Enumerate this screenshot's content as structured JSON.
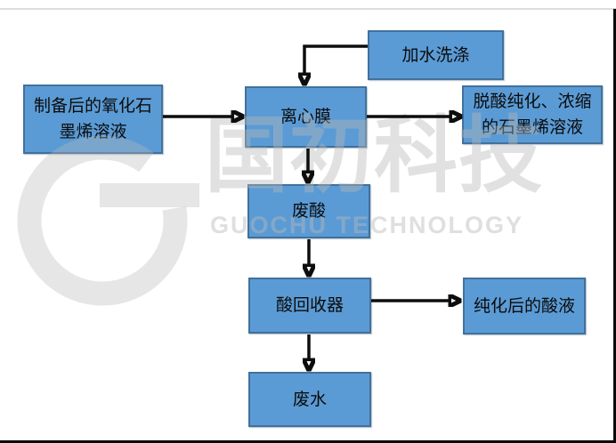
{
  "watermark": {
    "logo_icon": "guochu-g-logo",
    "cn": "国初科技",
    "en": "GUOCHU TECHNOLOGY",
    "color": "#e4e4e4"
  },
  "flowchart": {
    "node_fill": "#5b9bd5",
    "node_border": "#41719c",
    "arrow_color": "#0d0d0d",
    "nodes": [
      {
        "id": "prepared-graphene-oxide",
        "label": "制备后的氧化石\n墨烯溶液"
      },
      {
        "id": "water-washing",
        "label": "加水洗涤"
      },
      {
        "id": "centrifugal-membrane",
        "label": "离心膜"
      },
      {
        "id": "purified-graphene",
        "label": "脱酸纯化、浓缩\n的石墨烯溶液"
      },
      {
        "id": "waste-acid",
        "label": "废酸"
      },
      {
        "id": "acid-recovery",
        "label": "酸回收器"
      },
      {
        "id": "purified-acid",
        "label": "纯化后的酸液"
      },
      {
        "id": "waste-water",
        "label": "废水"
      }
    ],
    "edges": [
      {
        "from": "prepared-graphene-oxide",
        "to": "centrifugal-membrane"
      },
      {
        "from": "water-washing",
        "to": "centrifugal-membrane"
      },
      {
        "from": "centrifugal-membrane",
        "to": "purified-graphene"
      },
      {
        "from": "centrifugal-membrane",
        "to": "waste-acid"
      },
      {
        "from": "waste-acid",
        "to": "acid-recovery"
      },
      {
        "from": "acid-recovery",
        "to": "purified-acid"
      },
      {
        "from": "acid-recovery",
        "to": "waste-water"
      }
    ]
  }
}
